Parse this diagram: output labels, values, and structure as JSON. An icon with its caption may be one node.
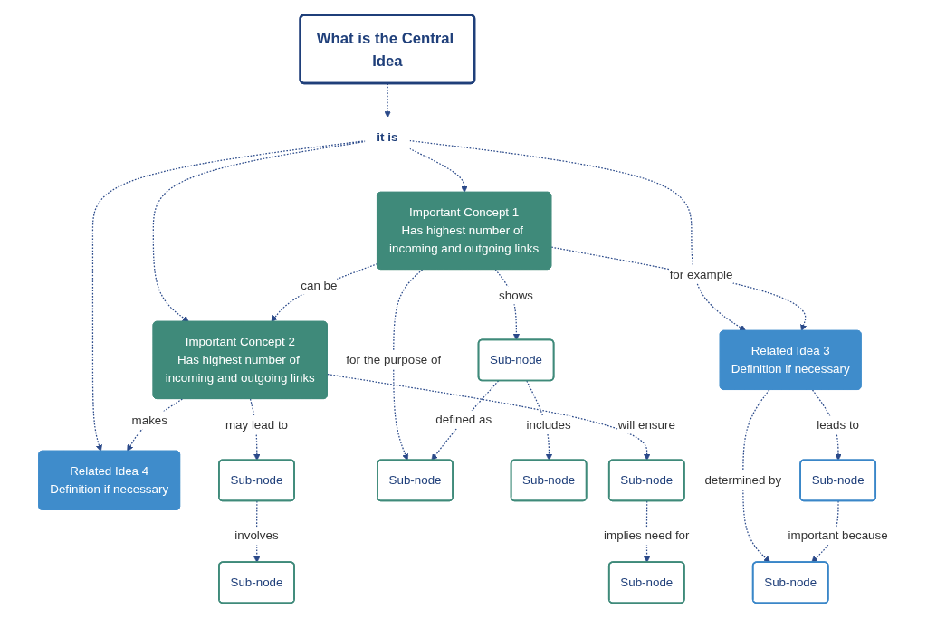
{
  "diagram": {
    "nodes": [
      {
        "text": [
          "What is the Central Idea"
        ]
      },
      {
        "text": [
          "it is"
        ]
      },
      {
        "text": [
          "Related Idea 3",
          "Definition if necessary"
        ]
      },
      {
        "text": [
          "Important Concept 1",
          "Has highest number of incoming and outgoing links"
        ]
      },
      {
        "text": [
          "Important Concept 2",
          "Has highest number of incoming and outgoing links"
        ]
      },
      {
        "text": [
          "Related Idea 4",
          "Definition if necessary"
        ]
      },
      {
        "text": [
          "Sub-node"
        ]
      },
      {
        "text": [
          "Sub-node"
        ]
      },
      {
        "text": [
          "Sub-node"
        ]
      },
      {
        "text": [
          "Sub-node"
        ]
      },
      {
        "text": [
          "Sub-node"
        ]
      },
      {
        "text": [
          "Sub-node"
        ]
      },
      {
        "text": [
          "Sub-node"
        ]
      },
      {
        "text": [
          "Sub-node"
        ]
      },
      {
        "text": [
          "Sub-node"
        ]
      }
    ],
    "edges": [
      {
        "from": 0,
        "to": 1,
        "arrow": "to",
        "style": "dashed"
      },
      {
        "from": 1,
        "to": 2,
        "arrow": "to",
        "style": "dashed"
      },
      {
        "from": 1,
        "to": 3,
        "arrow": "to",
        "style": "dashed"
      },
      {
        "from": 1,
        "to": 4,
        "arrow": "to",
        "style": "dashed"
      },
      {
        "from": 1,
        "to": 5,
        "arrow": "to",
        "style": "dashed"
      },
      {
        "from": 3,
        "to": 2,
        "label": "for example",
        "arrow": "to",
        "style": "dashed"
      },
      {
        "from": 3,
        "to": 4,
        "label": "can be",
        "arrow": "to",
        "style": "dashed"
      },
      {
        "from": 4,
        "to": 5,
        "label": "makes",
        "arrow": "to",
        "style": "dashed"
      },
      {
        "from": 2,
        "to": 6,
        "label": "leads to",
        "arrow": "to",
        "style": "dashed"
      },
      {
        "from": 2,
        "to": 7,
        "label": "determined by",
        "arrow": "to",
        "style": "dashed"
      },
      {
        "from": 6,
        "to": 7,
        "label": "important because",
        "arrow": "to",
        "style": "dashed"
      },
      {
        "from": 3,
        "to": 8,
        "label": "for the purpose of",
        "arrow": "to",
        "style": "dashed"
      },
      {
        "from": 3,
        "to": 9,
        "label": "shows",
        "arrow": "to",
        "style": "dashed"
      },
      {
        "from": 9,
        "to": 8,
        "label": "defined as",
        "arrow": "to",
        "style": "dashed"
      },
      {
        "from": 9,
        "to": 10,
        "label": "includes",
        "arrow": "to",
        "style": "dashed"
      },
      {
        "from": 4,
        "to": 11,
        "label": "will ensure",
        "arrow": "to",
        "style": "dashed"
      },
      {
        "from": 4,
        "to": 12,
        "label": "may lead to",
        "arrow": "to",
        "style": "dashed"
      },
      {
        "from": 11,
        "to": 13,
        "label": "implies need for",
        "arrow": "to",
        "style": "dashed"
      },
      {
        "from": 12,
        "to": 14,
        "label": "involves",
        "arrow": "to",
        "style": "dashed"
      }
    ]
  }
}
